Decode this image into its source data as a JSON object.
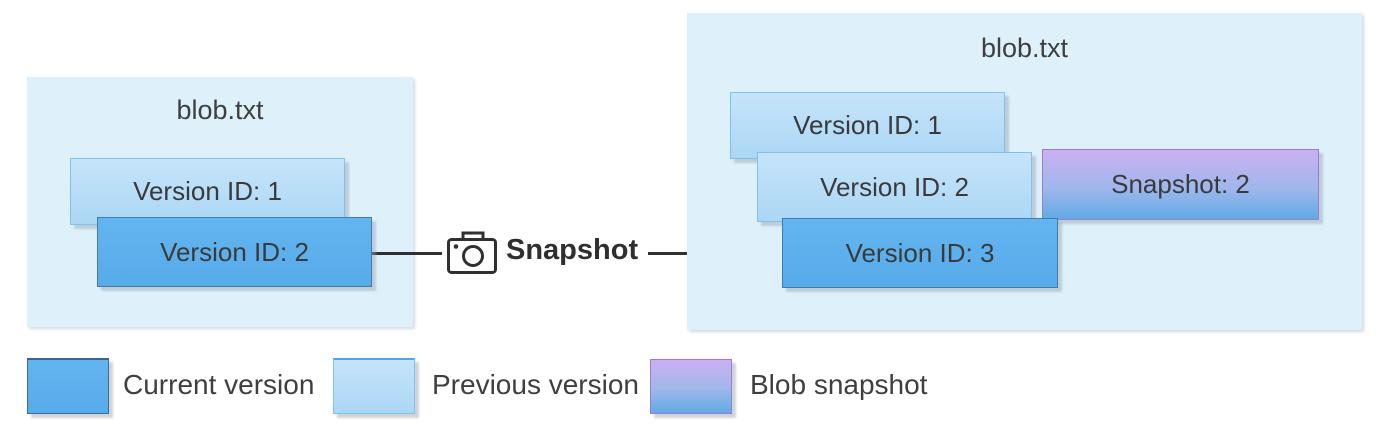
{
  "left_panel": {
    "title": "blob.txt",
    "boxes": [
      {
        "label": "Version ID: 1",
        "type": "previous"
      },
      {
        "label": "Version ID: 2",
        "type": "current"
      }
    ]
  },
  "connector": {
    "label": "Snapshot",
    "icon": "camera-icon"
  },
  "right_panel": {
    "title": "blob.txt",
    "boxes": [
      {
        "label": "Version ID: 1",
        "type": "previous"
      },
      {
        "label": "Version ID: 2",
        "type": "previous"
      },
      {
        "label": "Snapshot: 2",
        "type": "snapshot"
      },
      {
        "label": "Version ID: 3",
        "type": "current"
      }
    ]
  },
  "legend": {
    "items": [
      {
        "label": "Current version",
        "type": "current"
      },
      {
        "label": "Previous version",
        "type": "previous"
      },
      {
        "label": "Blob snapshot",
        "type": "snapshot"
      }
    ]
  },
  "colors": {
    "panel_bg": "#DEF1FA",
    "current_top": "#63B5F0",
    "current_bottom": "#57ABE9",
    "current_border": "#4479AE",
    "previous_top": "#C6E4FA",
    "previous_bottom": "#ABD7F5",
    "previous_border": "#7FC2F1",
    "snapshot_top": "#CBB0F1",
    "snapshot_bottom": "#60ABE5",
    "snapshot_border": "#9C7BD4",
    "line": "#303030",
    "text": "#3B3B3B"
  }
}
